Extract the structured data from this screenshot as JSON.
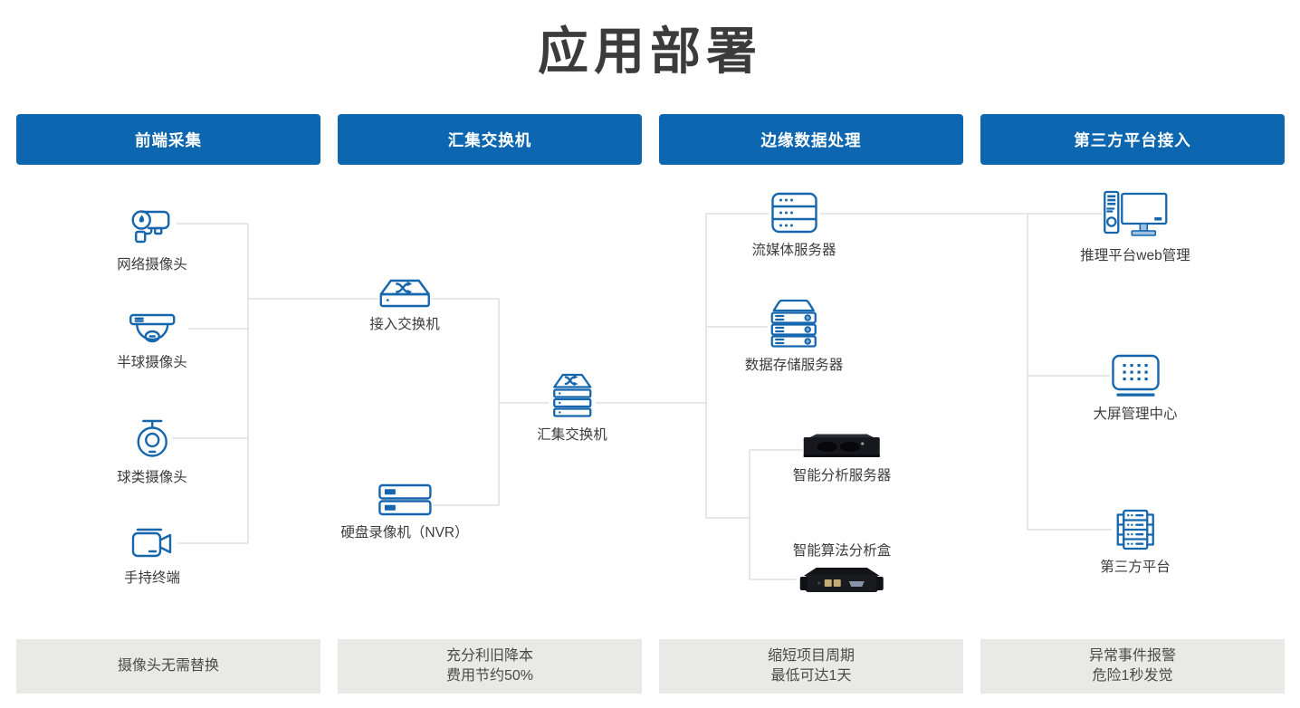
{
  "title": "应用部署",
  "columns": [
    {
      "header": "前端采集",
      "footer_line1": "摄像头无需替换",
      "footer_line2": ""
    },
    {
      "header": "汇集交换机",
      "footer_line1": "充分利旧降本",
      "footer_line2": "费用节约50%"
    },
    {
      "header": "边缘数据处理",
      "footer_line1": "缩短项目周期",
      "footer_line2": "最低可达1天"
    },
    {
      "header": "第三方平台接入",
      "footer_line1": "异常事件报警",
      "footer_line2": "危险1秒发觉"
    }
  ],
  "nodes": [
    {
      "id": "network-camera",
      "label": "网络摄像头",
      "icon": "bullet-camera-icon"
    },
    {
      "id": "dome-camera",
      "label": "半球摄像头",
      "icon": "dome-camera-icon"
    },
    {
      "id": "ball-camera",
      "label": "球类摄像头",
      "icon": "ptz-camera-icon"
    },
    {
      "id": "handheld-terminal",
      "label": "手持终端",
      "icon": "video-camera-icon"
    },
    {
      "id": "access-switch",
      "label": "接入交换机",
      "icon": "switch-icon"
    },
    {
      "id": "nvr",
      "label": "硬盘录像机（NVR）",
      "icon": "nvr-icon"
    },
    {
      "id": "aggregation-switch",
      "label": "汇集交换机",
      "icon": "stacked-switch-icon"
    },
    {
      "id": "media-server",
      "label": "流媒体服务器",
      "icon": "server-icon"
    },
    {
      "id": "storage-server",
      "label": "数据存储服务器",
      "icon": "storage-server-icon"
    },
    {
      "id": "analysis-server",
      "label": "智能分析服务器",
      "icon": "rack-server-photo"
    },
    {
      "id": "algorithm-box",
      "label": "智能算法分析盒",
      "icon": "analysis-box-photo"
    },
    {
      "id": "web-management",
      "label": "推理平台web管理",
      "icon": "desktop-computer-icon"
    },
    {
      "id": "big-screen-center",
      "label": "大屏管理中心",
      "icon": "led-screen-icon"
    },
    {
      "id": "third-party",
      "label": "第三方平台",
      "icon": "server-rack-icon"
    }
  ],
  "colors": {
    "header_blue": "#0c67b0",
    "icon_blue": "#1666ad",
    "wire_gray": "#d9d9d9",
    "footer_bg": "#e9e9e7",
    "title_text": "#3b3b3b"
  }
}
